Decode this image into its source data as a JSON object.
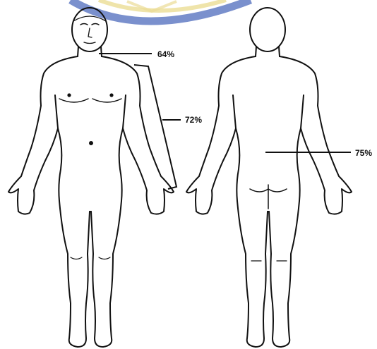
{
  "colors": {
    "background": "#ffffff",
    "outline": "#111111",
    "watermark": "#3b5bb5",
    "watermark_accent": "#e9d98a"
  },
  "figures": [
    {
      "view": "anterior"
    },
    {
      "view": "posterior"
    }
  ],
  "callouts": [
    {
      "label": "64%",
      "region": "face-and-neck"
    },
    {
      "label": "72%",
      "region": "arm"
    },
    {
      "label": "75%",
      "region": "trunk"
    }
  ]
}
